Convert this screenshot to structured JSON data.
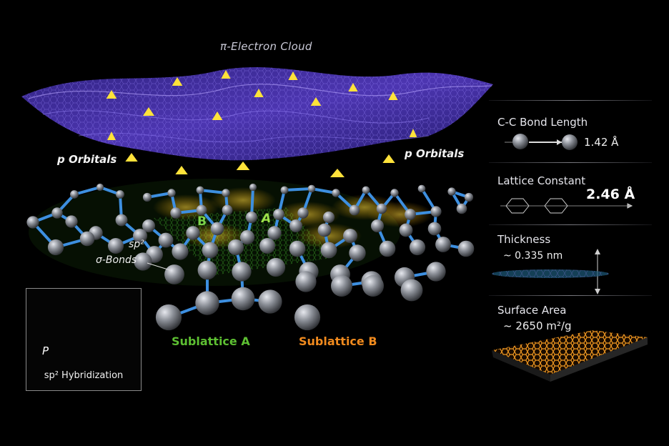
{
  "cloud": {
    "title": "π-Electron Cloud"
  },
  "orbitals": {
    "left_label": "p Orbitals",
    "right_label": "p Orbitals"
  },
  "bonds": {
    "line1": "sp²",
    "line2": "σ-Bonds"
  },
  "lattice": {
    "marker_b": "B",
    "marker_a": "A",
    "sublattice_a": "Sublattice A",
    "sublattice_b": "Sublattice B"
  },
  "hybridization": {
    "label": "sp² Hybridization",
    "p_label": "P"
  },
  "properties": {
    "bond_length": {
      "title": "C-C Bond Length",
      "value": "1.42 Å"
    },
    "lattice_constant": {
      "title": "Lattice Constant",
      "value": "2.46 Å"
    },
    "thickness": {
      "title": "Thickness",
      "value": "~ 0.335 nm"
    },
    "surface_area": {
      "title": "Surface Area",
      "value": "~ 2650 m²/g"
    }
  },
  "colors": {
    "cloud": "#6a4fd8",
    "bond": "#3d8fe0",
    "atom": "#8c8f96",
    "arrow": "#ffd21a",
    "sublattice_a": "#5dbf32",
    "sublattice_b": "#f08a1e",
    "surface": "#e88a1a"
  }
}
